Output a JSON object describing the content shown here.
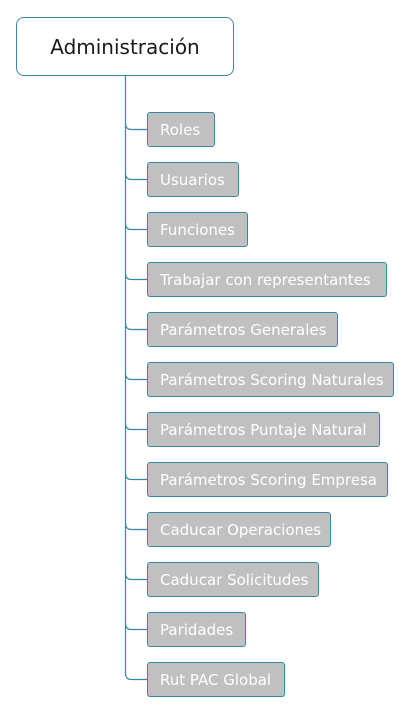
{
  "root": {
    "label": "Administración"
  },
  "children": [
    {
      "label": "Roles"
    },
    {
      "label": "Usuarios"
    },
    {
      "label": "Funciones"
    },
    {
      "label": "Trabajar con representantes"
    },
    {
      "label": "Parámetros Generales"
    },
    {
      "label": "Parámetros Scoring Naturales"
    },
    {
      "label": "Parámetros Puntaje Natural"
    },
    {
      "label": "Parámetros Scoring Empresa"
    },
    {
      "label": "Caducar Operaciones"
    },
    {
      "label": "Caducar Solicitudes"
    },
    {
      "label": "Paridades"
    },
    {
      "label": "Rut PAC Global"
    }
  ],
  "colors": {
    "connector": "#3a86a8",
    "node_fill": "#c0c0c0",
    "node_text": "#ffffff",
    "root_border": "#3a86a8"
  }
}
